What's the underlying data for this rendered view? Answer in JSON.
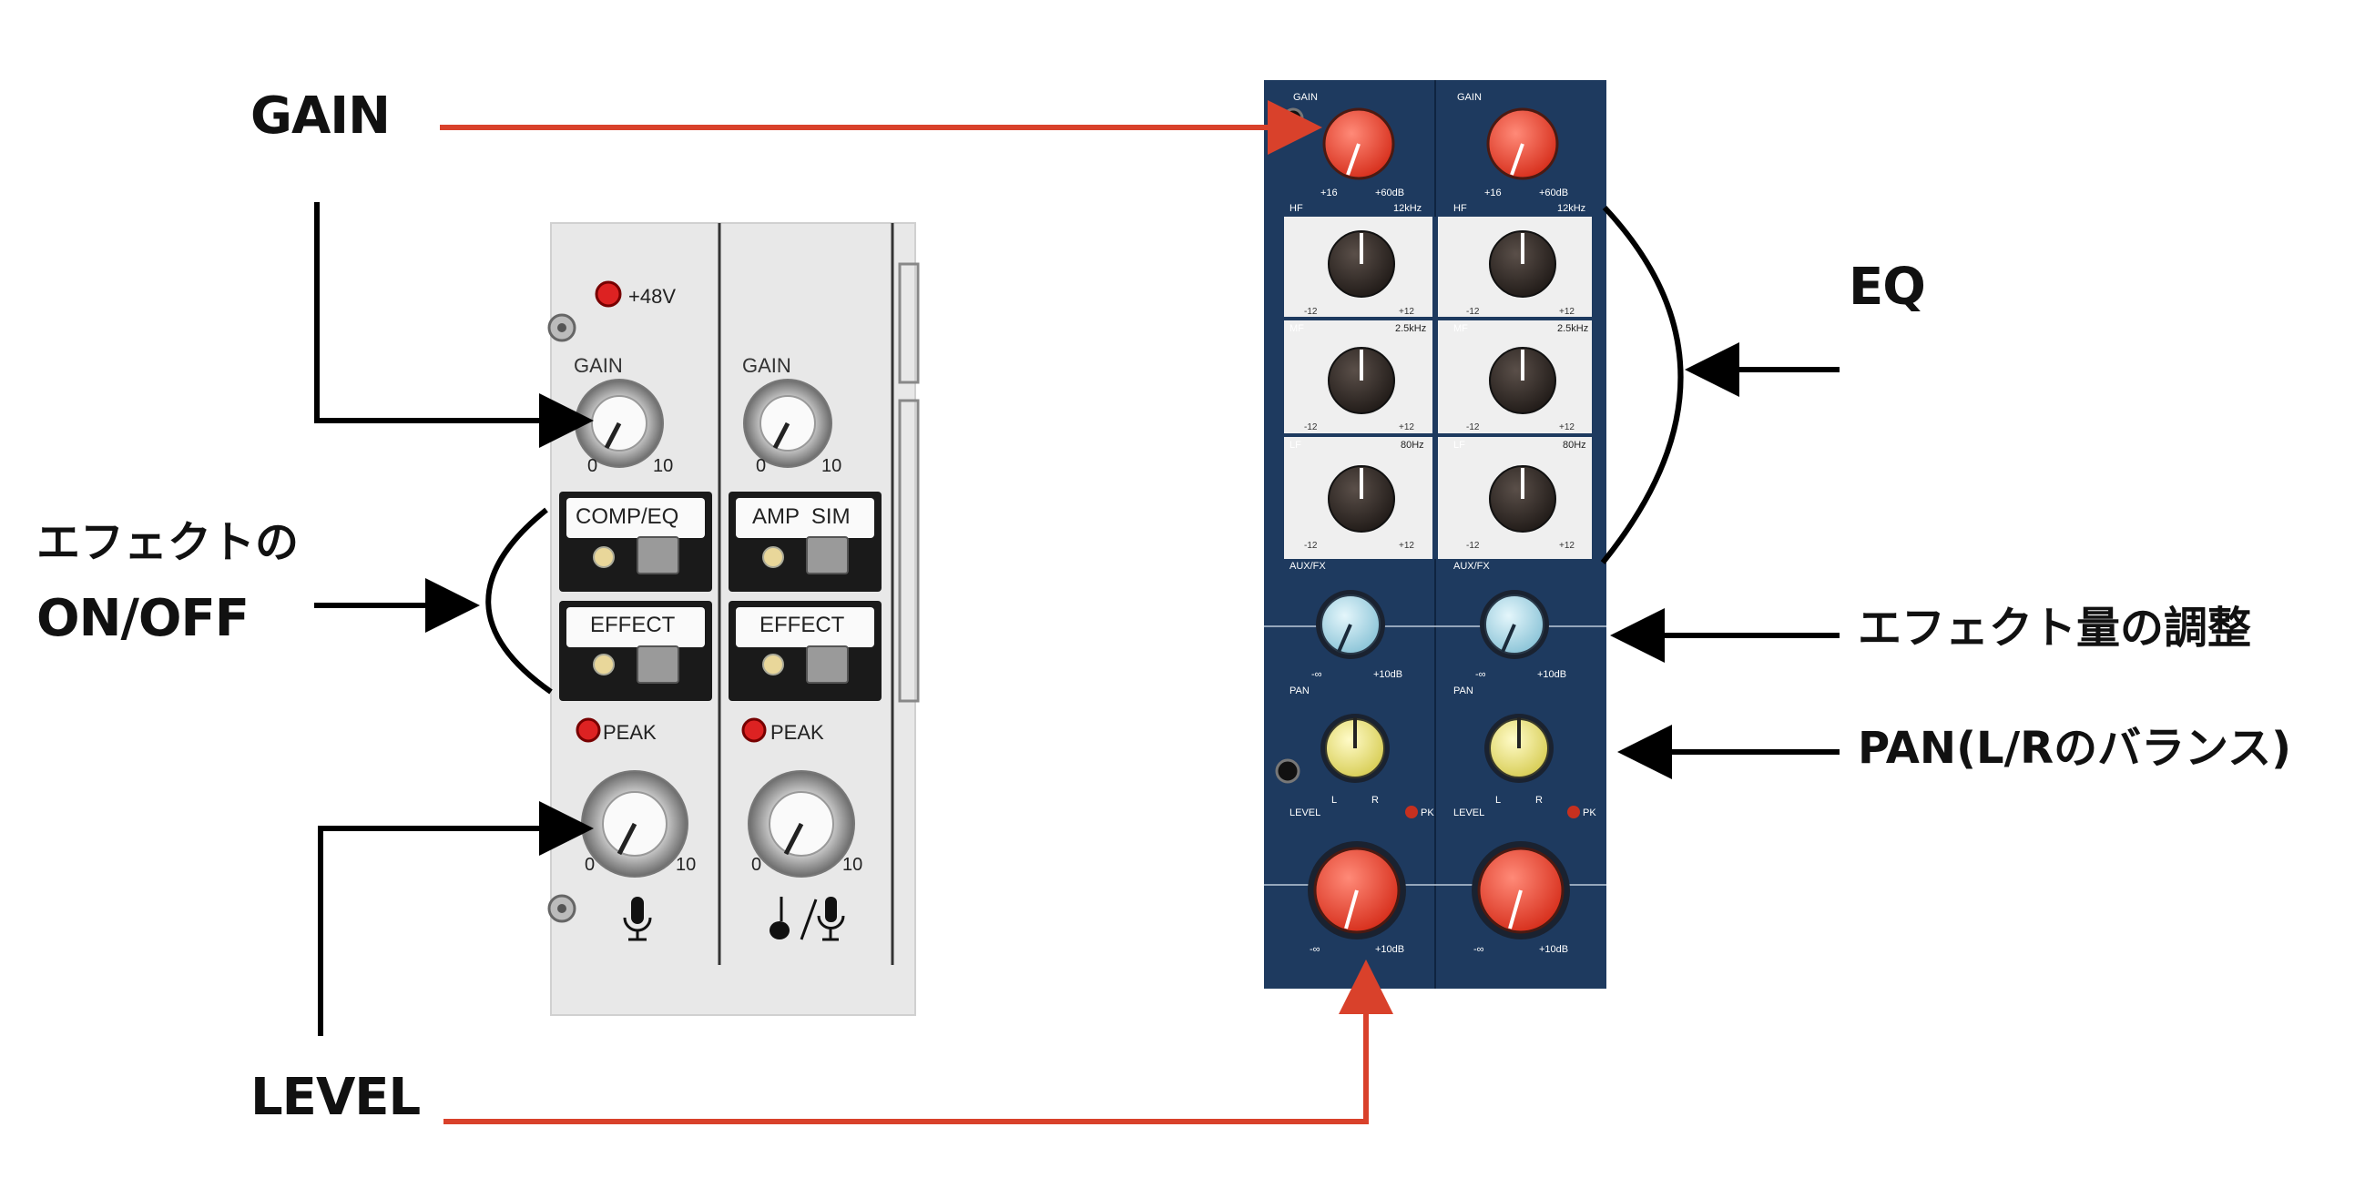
{
  "callouts": {
    "gain": "GAIN",
    "level": "LEVEL",
    "effect_onoff_line1": "エフェクトの",
    "effect_onoff_line2": "ON/OFF",
    "eq": "EQ",
    "effect_amount": "エフェクト量の調整",
    "pan": "PAN(L/Rのバランス)"
  },
  "left_mixer": {
    "phantom": "+48V",
    "channels": [
      {
        "gain_label": "GAIN",
        "scale_min": "0",
        "scale_max": "10",
        "button1": "COMP/EQ",
        "button2": "EFFECT",
        "peak": "PEAK"
      },
      {
        "gain_label": "GAIN",
        "scale_min": "0",
        "scale_max": "10",
        "button1": "AMP  SIM",
        "button2": "EFFECT",
        "peak": "PEAK"
      }
    ]
  },
  "right_mixer": {
    "channels": [
      {
        "gain": "GAIN",
        "gain_min": "+16",
        "gain_max": "+60dB",
        "hf": "HF",
        "hf_freq": "12kHz",
        "mf": "MF",
        "mf_freq": "2.5kHz",
        "lf": "LF",
        "lf_freq": "80Hz",
        "eq_min": "-12",
        "eq_max": "+12",
        "aux": "AUX/FX",
        "aux_min": "-∞",
        "aux_max": "+10dB",
        "pan": "PAN",
        "pan_l": "L",
        "pan_r": "R",
        "level": "LEVEL",
        "pk": "PK",
        "level_min": "-∞",
        "level_max": "+10dB"
      },
      {
        "gain": "GAIN",
        "gain_min": "+16",
        "gain_max": "+60dB",
        "hf": "HF",
        "hf_freq": "12kHz",
        "mf": "MF",
        "mf_freq": "2.5kHz",
        "lf": "LF",
        "lf_freq": "80Hz",
        "eq_min": "-12",
        "eq_max": "+12",
        "aux": "AUX/FX",
        "aux_min": "-∞",
        "aux_max": "+10dB",
        "pan": "PAN",
        "pan_l": "L",
        "pan_r": "R",
        "level": "LEVEL",
        "pk": "PK",
        "level_min": "-∞",
        "level_max": "+10dB"
      }
    ]
  },
  "colors": {
    "arrow_red": "#d9412b",
    "arrow_black": "#000000",
    "panel_navy": "#1e3a5f",
    "panel_light": "#eeeeee"
  }
}
